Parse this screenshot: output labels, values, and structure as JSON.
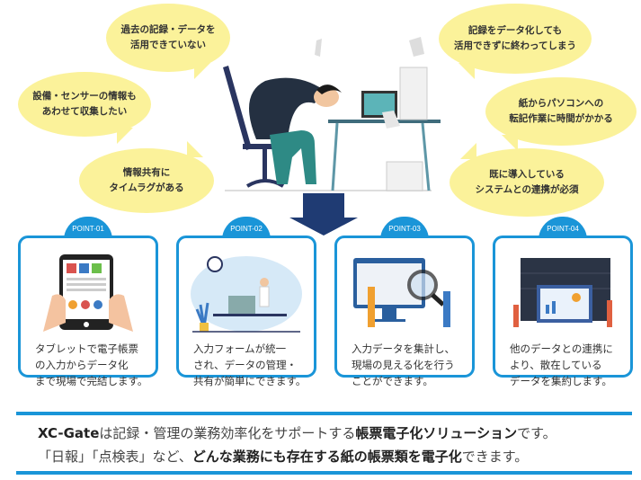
{
  "bubbles": [
    {
      "lines": [
        "過去の記録・データを",
        "活用できていない"
      ]
    },
    {
      "lines": [
        "設備・センサーの情報も",
        "あわせて収集したい"
      ]
    },
    {
      "lines": [
        "情報共有に",
        "タイムラグがある"
      ]
    },
    {
      "lines": [
        "記録をデータ化しても",
        "活用できずに終わってしまう"
      ]
    },
    {
      "lines": [
        "紙からパソコンへの",
        "転記作業に時間がかかる"
      ]
    },
    {
      "lines": [
        "既に導入している",
        "システムとの連携が必須"
      ]
    }
  ],
  "points": [
    {
      "tab": "POINT-01",
      "lines": [
        "タブレットで電子帳票",
        "の入力からデータ化",
        "まで現場で完結します。"
      ]
    },
    {
      "tab": "POINT-02",
      "lines": [
        "入力フォームが統一",
        "され、データの管理・",
        "共有が簡単にできます。"
      ]
    },
    {
      "tab": "POINT-03",
      "lines": [
        "入力データを集計し、",
        "現場の見える化を行う",
        "ことができます。"
      ]
    },
    {
      "tab": "POINT-04",
      "lines": [
        "他のデータとの連携に",
        "より、散在している",
        "データを集約します。"
      ]
    }
  ],
  "summary": {
    "line1": [
      {
        "t": "XC-Gate",
        "b": true
      },
      {
        "t": "は記録・管理の業務効率化をサポートする",
        "b": false
      },
      {
        "t": "帳票電子化ソリューション",
        "b": true
      },
      {
        "t": "です。",
        "b": false
      }
    ],
    "line2": [
      {
        "t": "「日報」「点検表」など、",
        "b": false
      },
      {
        "t": "どんな業務にも存在する紙の帳票類を電子化",
        "b": true
      },
      {
        "t": "できます。",
        "b": false
      }
    ]
  },
  "colors": {
    "accent": "#1a95d8",
    "bubble": "#fbf29a",
    "arrow": "#1f3b73"
  }
}
